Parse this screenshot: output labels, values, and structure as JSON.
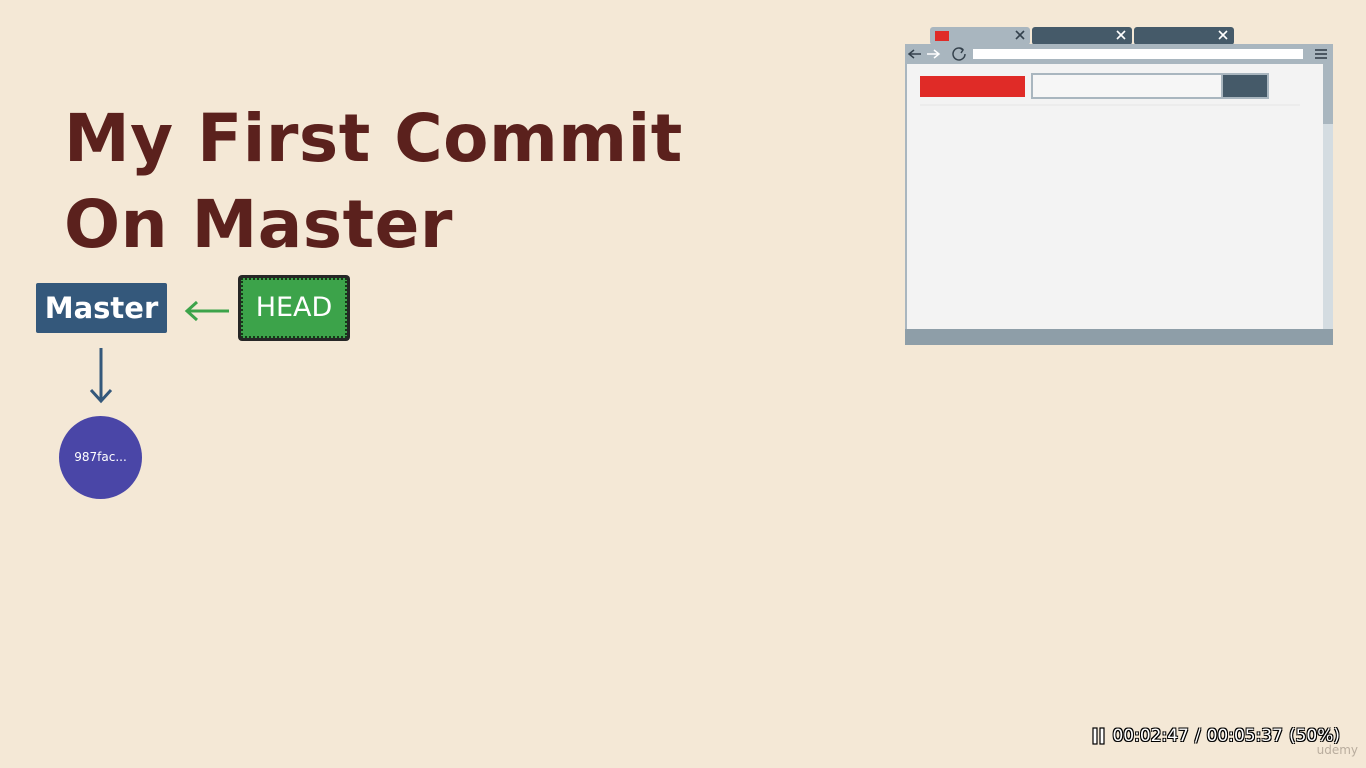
{
  "slide": {
    "title_line1": "My First Commit",
    "title_line2": "On Master"
  },
  "diagram": {
    "branch_label": "Master",
    "head_label": "HEAD",
    "commit_label": "987fac...",
    "colors": {
      "branch": "#34587b",
      "head": "#3ca34a",
      "head_arrow": "#3ca34a",
      "commit": "#4a46a7",
      "branch_arrow": "#34587b"
    }
  },
  "browser_mockup": {
    "icons": [
      "back-arrow-icon",
      "forward-arrow-icon",
      "reload-icon",
      "menu-icon",
      "close-icon"
    ],
    "colors": {
      "red_block": "#e02b27",
      "dark_button": "#455a69",
      "frame": "#8e9ea8"
    }
  },
  "player": {
    "pause_icon": "pause-icon",
    "current_time": "00:02:47",
    "separator": "/",
    "total_time": "00:05:37",
    "progress": "(50%)",
    "progress_fraction": 0.5
  },
  "watermark": "udemy"
}
